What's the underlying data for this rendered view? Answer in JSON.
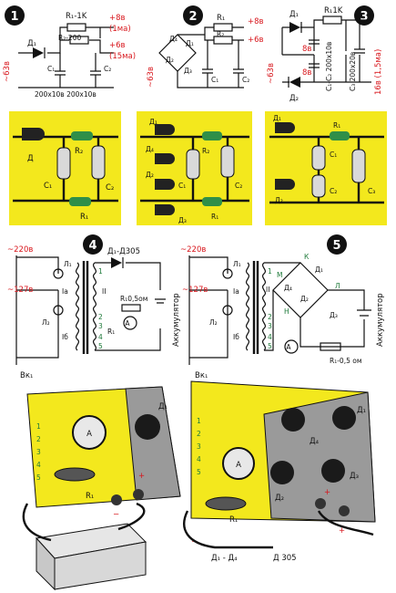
{
  "colors": {
    "accent": "#d8161c",
    "yellow": "#f3e81d",
    "green": "#1e7a3a",
    "panel_gray": "#9a9a9a",
    "ink": "#111111"
  },
  "fig1": {
    "num": "1",
    "r1": "R₁-1K",
    "r2": "R₂-200",
    "d1": "Д₁",
    "c1": "C₁",
    "c2": "C₂",
    "vin": "~63в",
    "out1": "+8в",
    "out1b": "(1ма)",
    "out2": "+6в",
    "out2b": "(15ма)",
    "caps": "200x10в 200x10в"
  },
  "fig2": {
    "num": "2",
    "r1": "R₁",
    "r2": "R₂",
    "d1": "Д₁",
    "d2": "Д₂",
    "d3": "Д₃",
    "d4": "Д₄",
    "c1": "C₁",
    "c2": "C₂",
    "vin": "~63в",
    "out1": "+8в",
    "out2": "+6в"
  },
  "fig3": {
    "num": "3",
    "r1": "R₁1K",
    "d1": "Д₁",
    "d2": "Д₂",
    "c1": "C₁-C₂ 200x10в",
    "c3": "C₃ 200x20в",
    "out1": "8в",
    "out2": "8в",
    "vin": "~63в",
    "out3": "16в (1,5ма)"
  },
  "board1": {
    "d": "Д",
    "c1": "C₁",
    "c2": "C₂",
    "r1": "R₁",
    "r2": "R₂"
  },
  "board2": {
    "d1": "Д₁",
    "d2": "Д₂",
    "d3": "Д₃",
    "d4": "Д₄",
    "c1": "C₁",
    "c2": "C₂",
    "r1": "R₁",
    "r2": "R₂"
  },
  "board3": {
    "d1": "Д₁",
    "d2": "Д₂",
    "c1": "C₁",
    "c2": "C₂",
    "c3": "C₃",
    "r1": "R₁"
  },
  "fig4": {
    "num": "4",
    "v220": "~220в",
    "v127": "~127в",
    "l1": "Л₁",
    "l2": "Л₂",
    "ia": "Iа",
    "ib": "Iб",
    "ii": "II",
    "diode": "Д₁-Д305",
    "r1": "R₁0,5ом",
    "r1b": "R₁",
    "meter": "A",
    "switch": "Вк₁",
    "acc": "Аккумулятор",
    "taps": [
      "1",
      "2",
      "3",
      "4",
      "5"
    ]
  },
  "fig5": {
    "num": "5",
    "v220": "~220в",
    "v127": "~127в",
    "l1": "Л₁",
    "l2": "Л₂",
    "ia": "Iа",
    "ib": "Iб",
    "ii": "II",
    "d1": "Д₁",
    "d2": "Д₂",
    "d3": "Д₃",
    "d4": "Д₄",
    "r1": "R₁-0,5 ом",
    "meter": "A",
    "switch": "Вк₁",
    "acc": "Аккумулятор",
    "taps": [
      "1",
      "2",
      "3",
      "4",
      "5"
    ],
    "k": "К",
    "l": "Л",
    "m": "М",
    "n": "Н"
  },
  "panel1": {
    "d1": "Д₁",
    "r1": "R₁",
    "meter": "A",
    "minus": "−",
    "plus": "+",
    "taps": [
      "1",
      "2",
      "3",
      "4",
      "5"
    ]
  },
  "panel2": {
    "d1": "Д₁",
    "d2": "Д₂",
    "d3": "Д₃",
    "d4": "Д₄",
    "r1": "R₁",
    "meter": "A",
    "plus": "+",
    "minus": "−",
    "taps": [
      "1",
      "2",
      "3",
      "4",
      "5"
    ]
  },
  "footer": {
    "diodes": "Д₁ - Д₄",
    "type": "Д 305"
  }
}
